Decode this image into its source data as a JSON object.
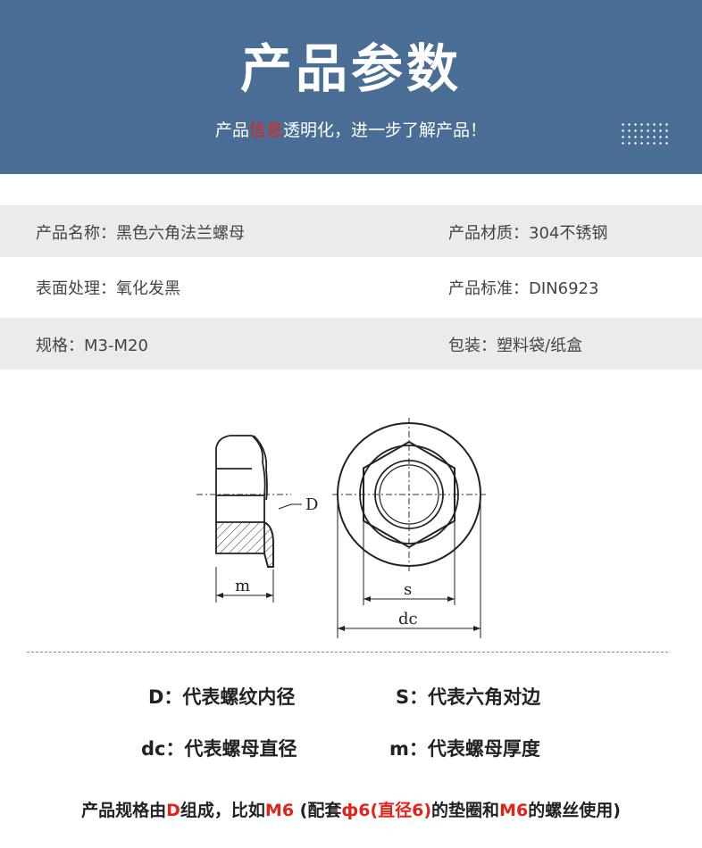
{
  "header": {
    "title": "产品参数",
    "subtitle_part1": "产品",
    "subtitle_highlight": "信息",
    "subtitle_part2": "透明化，进一步了解产品！"
  },
  "params": [
    {
      "left": "产品名称：黑色六角法兰螺母",
      "right": "产品材质：304不锈钢"
    },
    {
      "left": "表面处理：氧化发黑",
      "right": "产品标准：DIN6923"
    },
    {
      "left": "规格：M3-M20",
      "right": "包装：塑料袋/纸盒"
    }
  ],
  "drawing": {
    "label_D": "D",
    "label_m": "m",
    "label_s": "s",
    "label_dc": "dc"
  },
  "legend": {
    "d": "D：代表螺纹内径",
    "s": "S：代表六角对边",
    "dc": "dc：代表螺母直径",
    "m": "m：代表螺母厚度"
  },
  "note": {
    "p1": "产品规格由",
    "r1": "D",
    "p2": "组成，比如",
    "r2": "M6",
    "p3": " (配套",
    "r3": "ф6(直径6)",
    "p4": "的垫圈和",
    "r4": "M6",
    "p5": "的螺丝使用)"
  },
  "colors": {
    "header_bg": "#4a6d96",
    "highlight_red": "#e2231a",
    "row_gray": "#ebebeb"
  }
}
